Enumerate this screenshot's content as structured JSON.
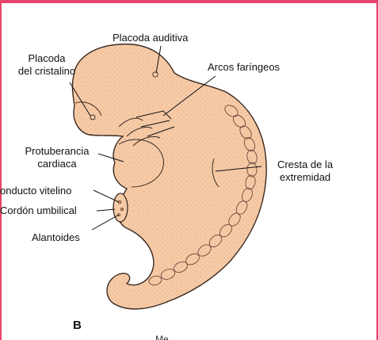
{
  "colors": {
    "frame": "#e8436a",
    "embryo_fill": "#f7caa6",
    "embryo_stroke": "#3a2a22"
  },
  "figure": {
    "letter": "B",
    "bottom_cut_text": "Me..."
  },
  "labels": {
    "placoda_auditiva": "Placoda auditiva",
    "placoda_cristalino_1": "Placoda",
    "placoda_cristalino_2": "del cristalino",
    "arcos_faringeos": "Arcos faríngeos",
    "protuberancia_1": "Protuberancia",
    "protuberancia_2": "cardiaca",
    "cresta_1": "Cresta de la",
    "cresta_2": "extremidad",
    "conducto_vitelino": "onducto vitelino",
    "cordon_umbilical": "Cordón umbilical",
    "alantoides": "Alantoides"
  }
}
